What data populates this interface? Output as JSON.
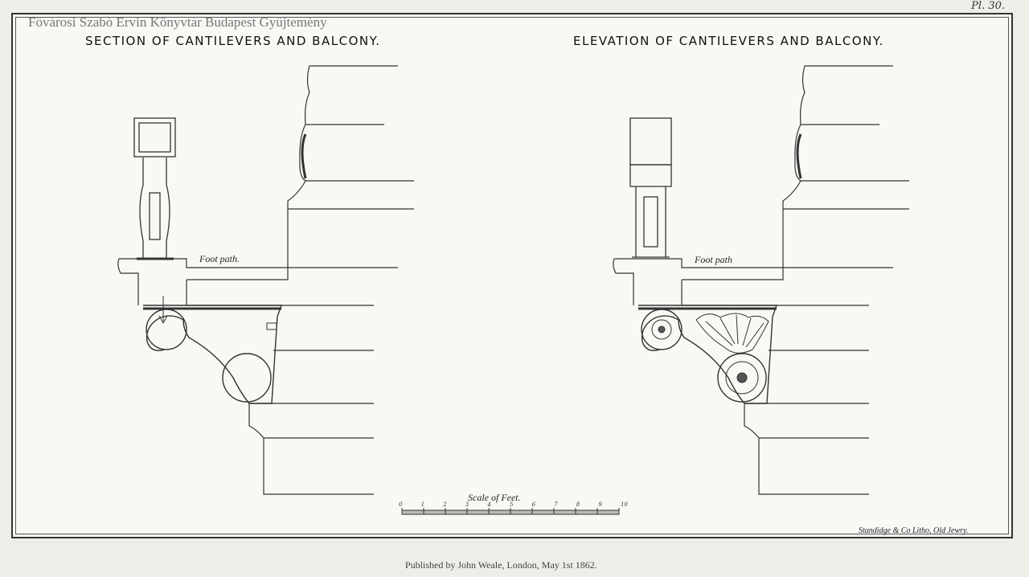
{
  "plate_number": "Pl. 30.",
  "watermark": "Fővárosi Szabó Ervin Könyvtár Budapest Gyűjtemény",
  "section": {
    "title": "SECTION OF CANTILEVERS AND BALCONY.",
    "foot_path_label": "Foot path."
  },
  "elevation": {
    "title": "ELEVATION OF CANTILEVERS AND BALCONY.",
    "foot_path_label": "Foot path"
  },
  "scale": {
    "label": "Scale of Feet.",
    "ticks": [
      "0",
      "1",
      "2",
      "3",
      "4",
      "5",
      "6",
      "7",
      "8",
      "9",
      "10"
    ]
  },
  "lithographer": "Standidge & Co Litho, Old Jewry.",
  "publisher": "Published by John Weale, London, May 1st 1862."
}
